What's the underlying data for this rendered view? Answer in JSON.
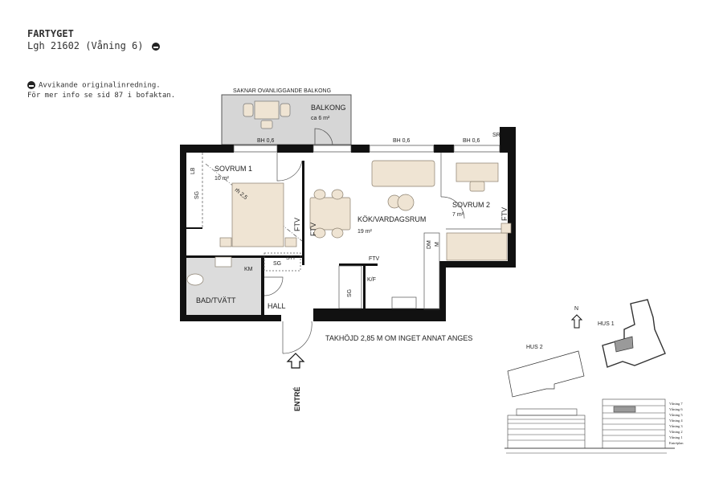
{
  "header": {
    "project": "FARTYGET",
    "apartment": "Lgh 21602 (Våning 6)",
    "note_line1": "Avvikande originalinredning.",
    "note_line2": "För mer info se sid 87 i bofaktan."
  },
  "icons": {
    "deviation": "half-filled-circle-icon",
    "north": "north-arrow-icon",
    "entry": "entry-arrow-icon"
  },
  "colors": {
    "wall": "#111111",
    "balcony": "#d6d6d6",
    "furniture": "#efe4d3",
    "bathroom": "#dcdcdc",
    "highlight": "#9a9a9a"
  },
  "plan": {
    "balcony_note": "SAKNAR OVANLIGGANDE BALKONG",
    "balcony": {
      "name": "BALKONG",
      "area": "ca 6 m²"
    },
    "windows": [
      "BH 0,6",
      "BH 0,6",
      "BH 0,6"
    ],
    "sr": "SR",
    "rooms": {
      "sovrum1": {
        "name": "SOVRUM  1",
        "area": "10 m²"
      },
      "kok": {
        "name": "KÖK/VARDAGSRUM",
        "area": "19 m²"
      },
      "sovrum2": {
        "name": "SOVRUM 2",
        "area": "7 m²"
      },
      "bad": "BAD/TVÄTT",
      "hall": "HALL"
    },
    "fixtures": {
      "lb": "LB",
      "sg1": "SG",
      "rh": "rh 2,5",
      "ftv1": "FTV",
      "ftv2": "FTV",
      "ftv3": "FTV",
      "ftv4": "FTV",
      "dm": "DM",
      "m": "M",
      "kf": "K/F",
      "sg2": "SG",
      "sti": "STI",
      "sg3": "SG",
      "km": "KM"
    },
    "ceiling_note": "TAKHÖJD 2,85 M OM INGET ANNAT ANGES",
    "entry": "ENTRÉ"
  },
  "key_plan": {
    "north": "N",
    "hus1": "HUS 1",
    "hus2": "HUS 2",
    "floors": [
      "Våning 7",
      "Våning 6",
      "Våning 5",
      "Våning 4",
      "Våning 3",
      "Våning 2",
      "Våning 1",
      "Entréplan"
    ]
  }
}
